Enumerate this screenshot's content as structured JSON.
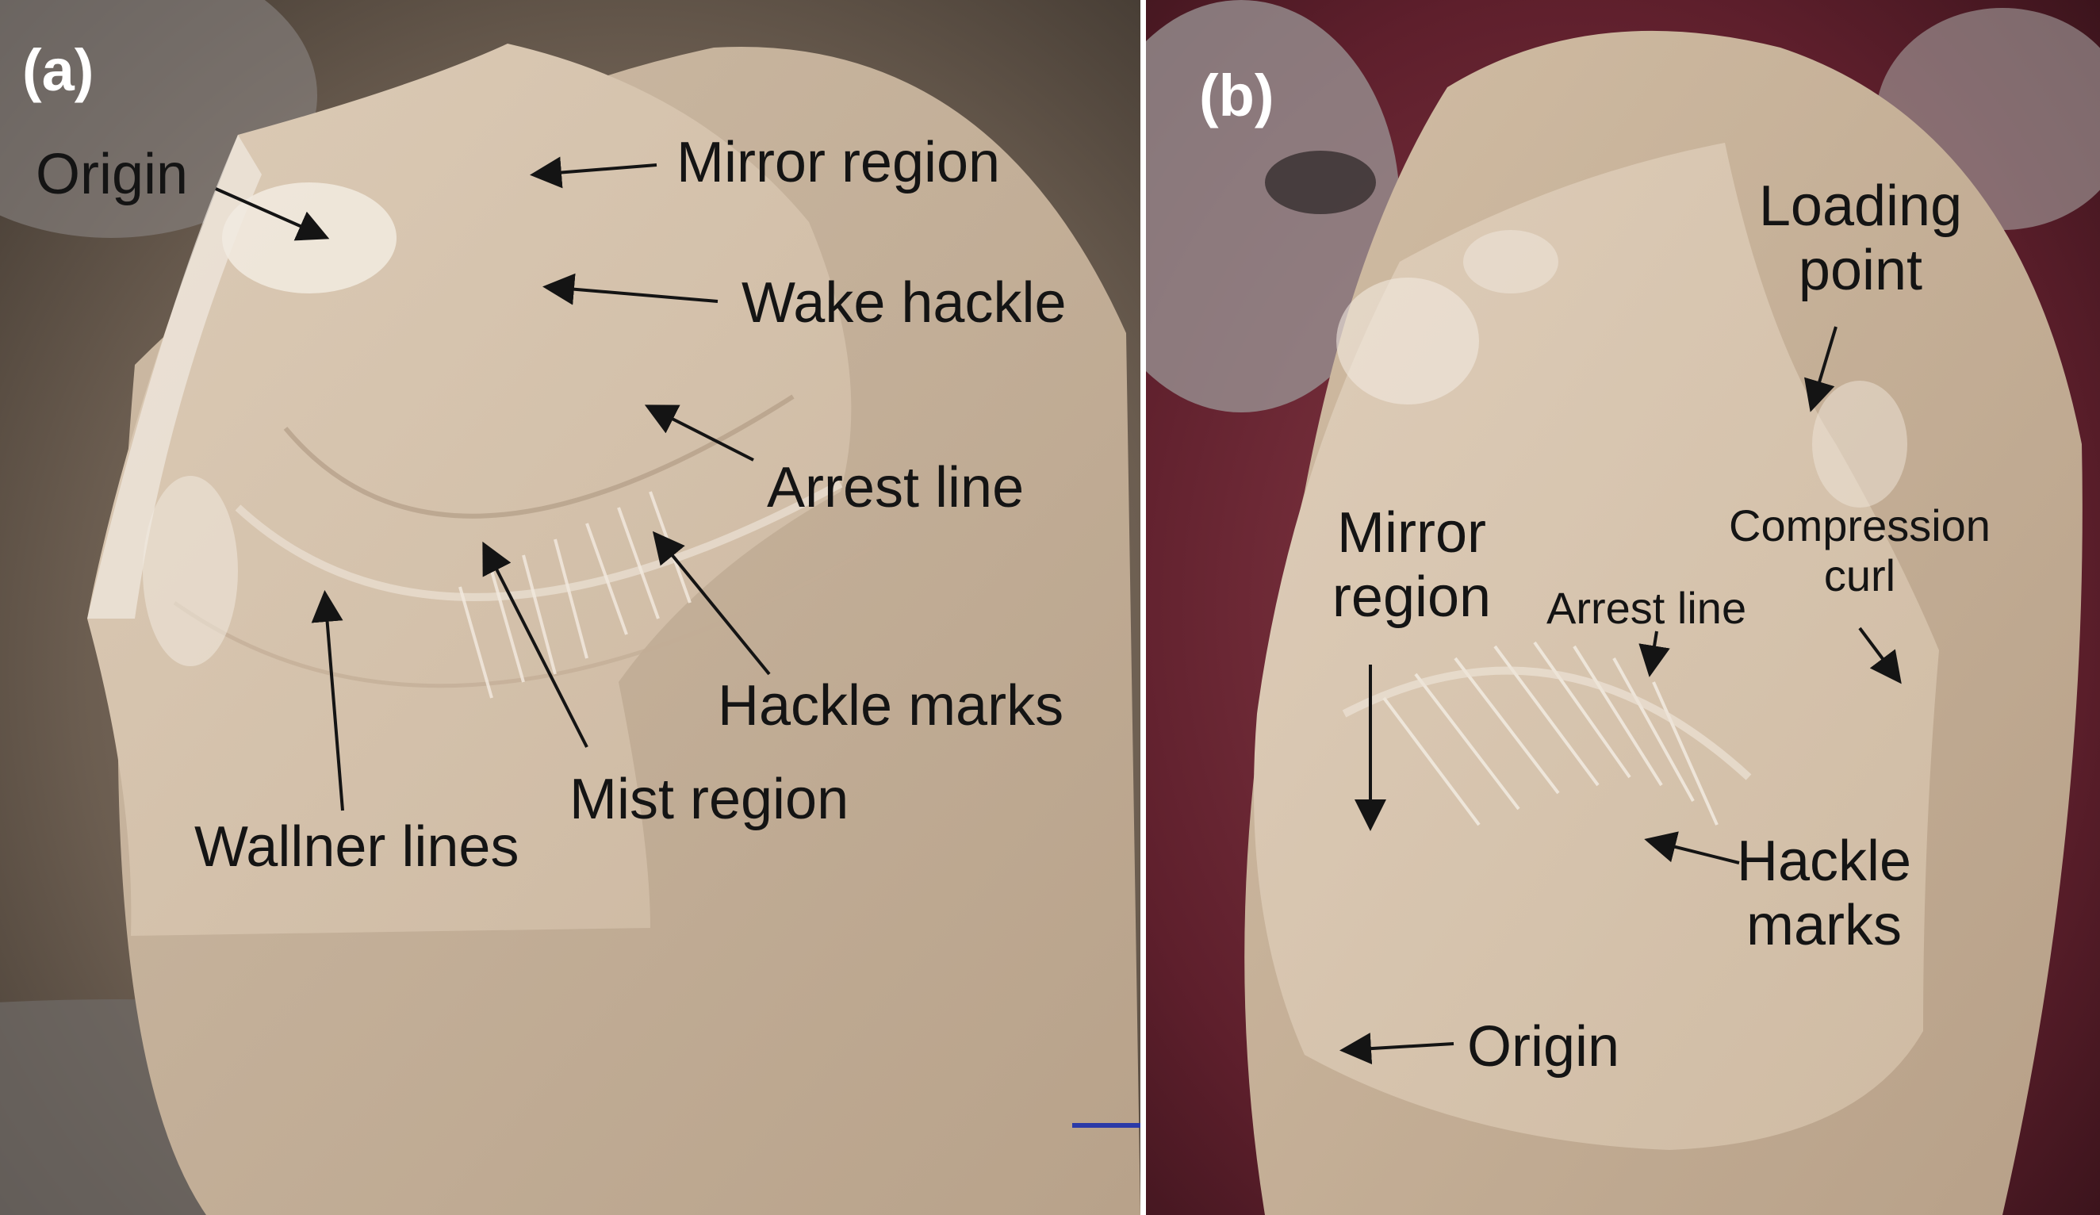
{
  "panels": [
    {
      "letter": "(a)",
      "labels": {
        "origin": "Origin",
        "mirror_region": "Mirror region",
        "wake_hackle": "Wake hackle",
        "arrest_line": "Arrest line",
        "hackle_marks": "Hackle marks",
        "mist_region": "Mist region",
        "wallner_lines": "Wallner lines"
      }
    },
    {
      "letter": "(b)",
      "labels": {
        "loading_point_1": "Loading",
        "loading_point_2": "point",
        "compression_curl_1": "Compression",
        "compression_curl_2": "curl",
        "mirror_region_1": "Mirror",
        "mirror_region_2": "region",
        "arrest_line": "Arrest line",
        "hackle_marks_1": "Hackle",
        "hackle_marks_2": "marks",
        "origin": "Origin"
      }
    }
  ],
  "colors": {
    "panel_a_background": "#4a4036",
    "panel_b_background": "#5a1f2a",
    "fracture_surface": "#d8c7b2",
    "annotation_text": "#141414",
    "panel_letter": "#ffffff"
  }
}
